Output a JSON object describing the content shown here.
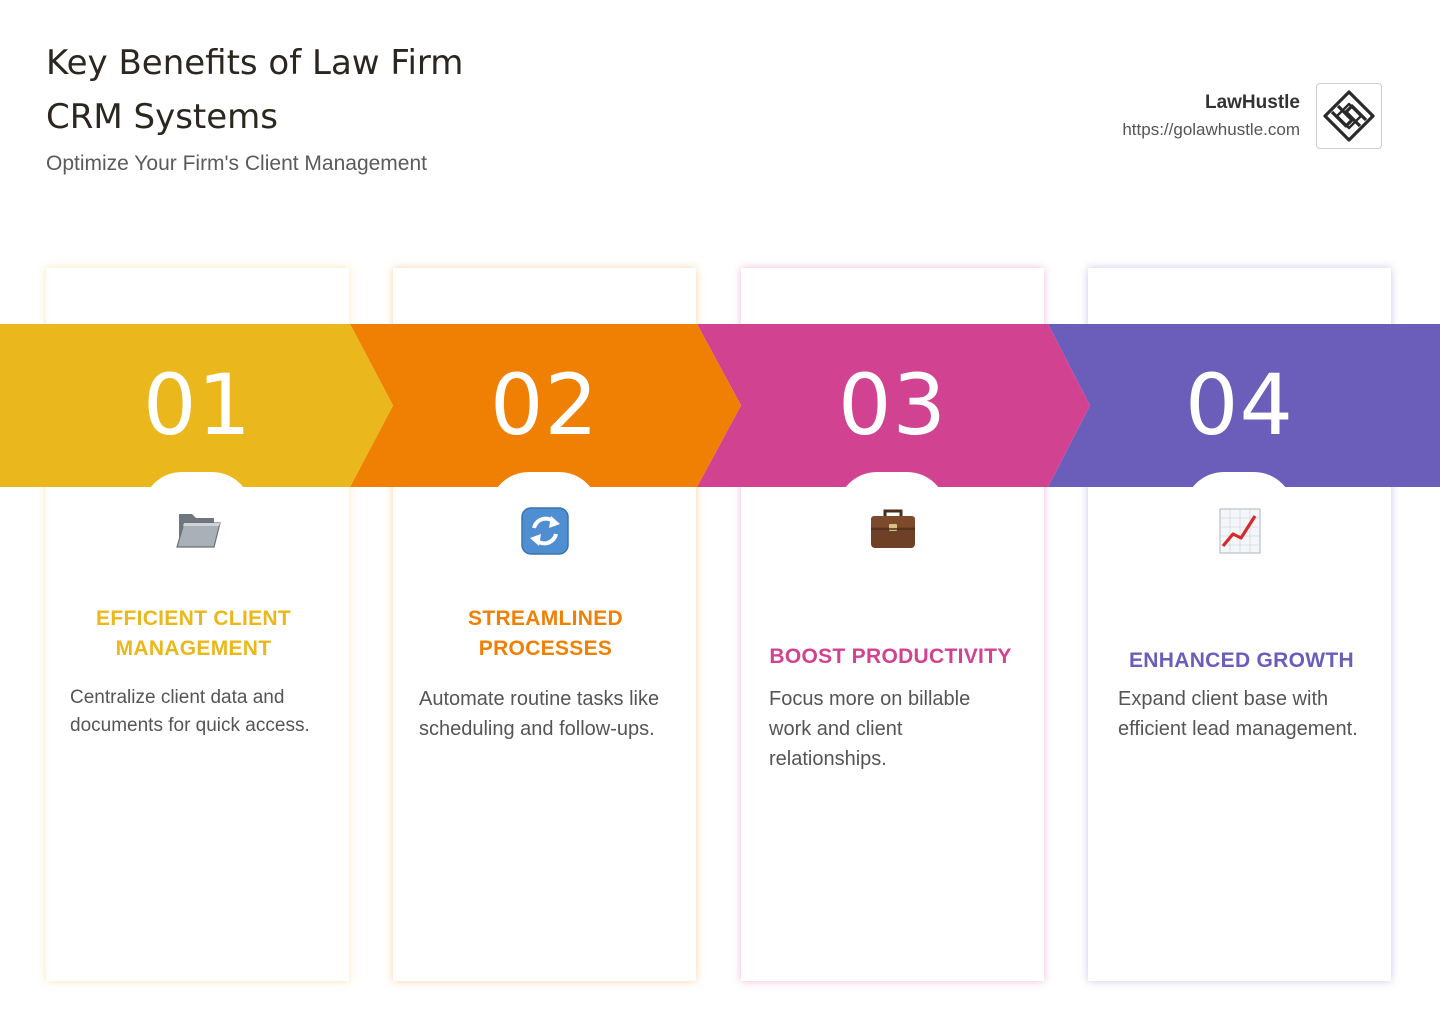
{
  "header": {
    "title": "Key Benefits of Law Firm CRM Systems",
    "subtitle": "Optimize Your Firm's Client Management"
  },
  "brand": {
    "name": "LawHustle",
    "url": "https://golawhustle.com",
    "logo_icon": "diamond-knot-logo-icon"
  },
  "steps": [
    {
      "number": "01",
      "icon": "folder-icon",
      "heading": "EFFICIENT CLIENT MANAGEMENT",
      "description": "Centralize client data and documents for quick access.",
      "color": "#EAB81C"
    },
    {
      "number": "02",
      "icon": "refresh-arrows-icon",
      "heading": "STREAMLINED PROCESSES",
      "description": "Automate routine tasks like scheduling and follow-ups.",
      "color": "#F08004"
    },
    {
      "number": "03",
      "icon": "briefcase-icon",
      "heading": "BOOST PRODUCTIVITY",
      "description": "Focus more on billable work and client relationships.",
      "color": "#D14391"
    },
    {
      "number": "04",
      "icon": "chart-increasing-icon",
      "heading": "ENHANCED GROWTH",
      "description": "Expand client base with efficient lead management.",
      "color": "#6B5EBB"
    }
  ]
}
